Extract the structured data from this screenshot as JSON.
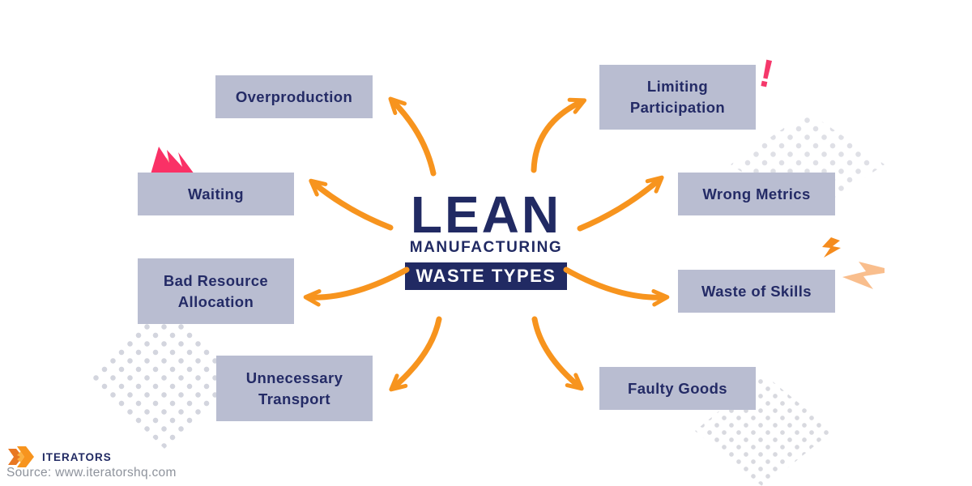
{
  "center": {
    "line1": "LEAN",
    "line2": "MANUFACTURING",
    "line3": "WASTE TYPES"
  },
  "boxes": [
    {
      "id": "overproduction",
      "label": "Overproduction"
    },
    {
      "id": "limiting-participation",
      "label": "Limiting Participation"
    },
    {
      "id": "waiting",
      "label": "Waiting"
    },
    {
      "id": "wrong-metrics",
      "label": "Wrong Metrics"
    },
    {
      "id": "bad-resource-allocation",
      "label": "Bad Resource Allocation"
    },
    {
      "id": "waste-of-skills",
      "label": "Waste of Skills"
    },
    {
      "id": "unnecessary-transport",
      "label": "Unnecessary Transport"
    },
    {
      "id": "faulty-goods",
      "label": "Faulty Goods"
    }
  ],
  "decorations": {
    "exclamation": "!"
  },
  "footer": {
    "brand": "ITERATORS",
    "source": "Source: www.iteratorshq.com"
  },
  "colors": {
    "box_fill": "#b9bdd1",
    "navy": "#212a63",
    "arrow_orange": "#f7941e",
    "pink": "#f5386b",
    "peach": "#f9be8d",
    "dot_gray": "#d3d5de"
  }
}
